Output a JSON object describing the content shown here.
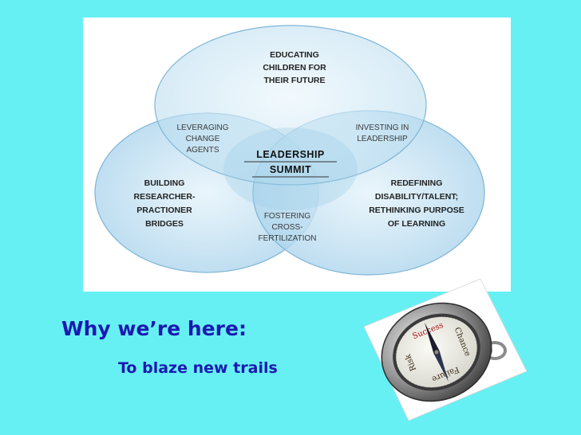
{
  "diagram": {
    "top_circle": [
      "EDUCATING",
      "CHILDREN FOR",
      "THEIR FUTURE"
    ],
    "overlap_top_left": [
      "LEVERAGING",
      "CHANGE",
      "AGENTS"
    ],
    "overlap_top_right": [
      "INVESTING IN",
      "LEADERSHIP"
    ],
    "center": [
      "LEADERSHIP",
      "SUMMIT"
    ],
    "left_circle": [
      "BUILDING",
      "RESEARCHER-",
      "PRACTIONER",
      "BRIDGES"
    ],
    "right_circle": [
      "REDEFINING",
      "DISABILITY/TALENT;",
      "RETHINKING PURPOSE",
      "OF LEARNING"
    ],
    "overlap_bottom": [
      "FOSTERING",
      "CROSS-",
      "FERTILIZATION"
    ]
  },
  "heading": "Why we’re here:",
  "subheading": "To blaze new trails",
  "compass": {
    "north": "Success",
    "east": "Chance",
    "south": "Failure",
    "west": "Risk"
  },
  "colors": {
    "background": "#66f0f4",
    "heading": "#1a1ab0"
  }
}
